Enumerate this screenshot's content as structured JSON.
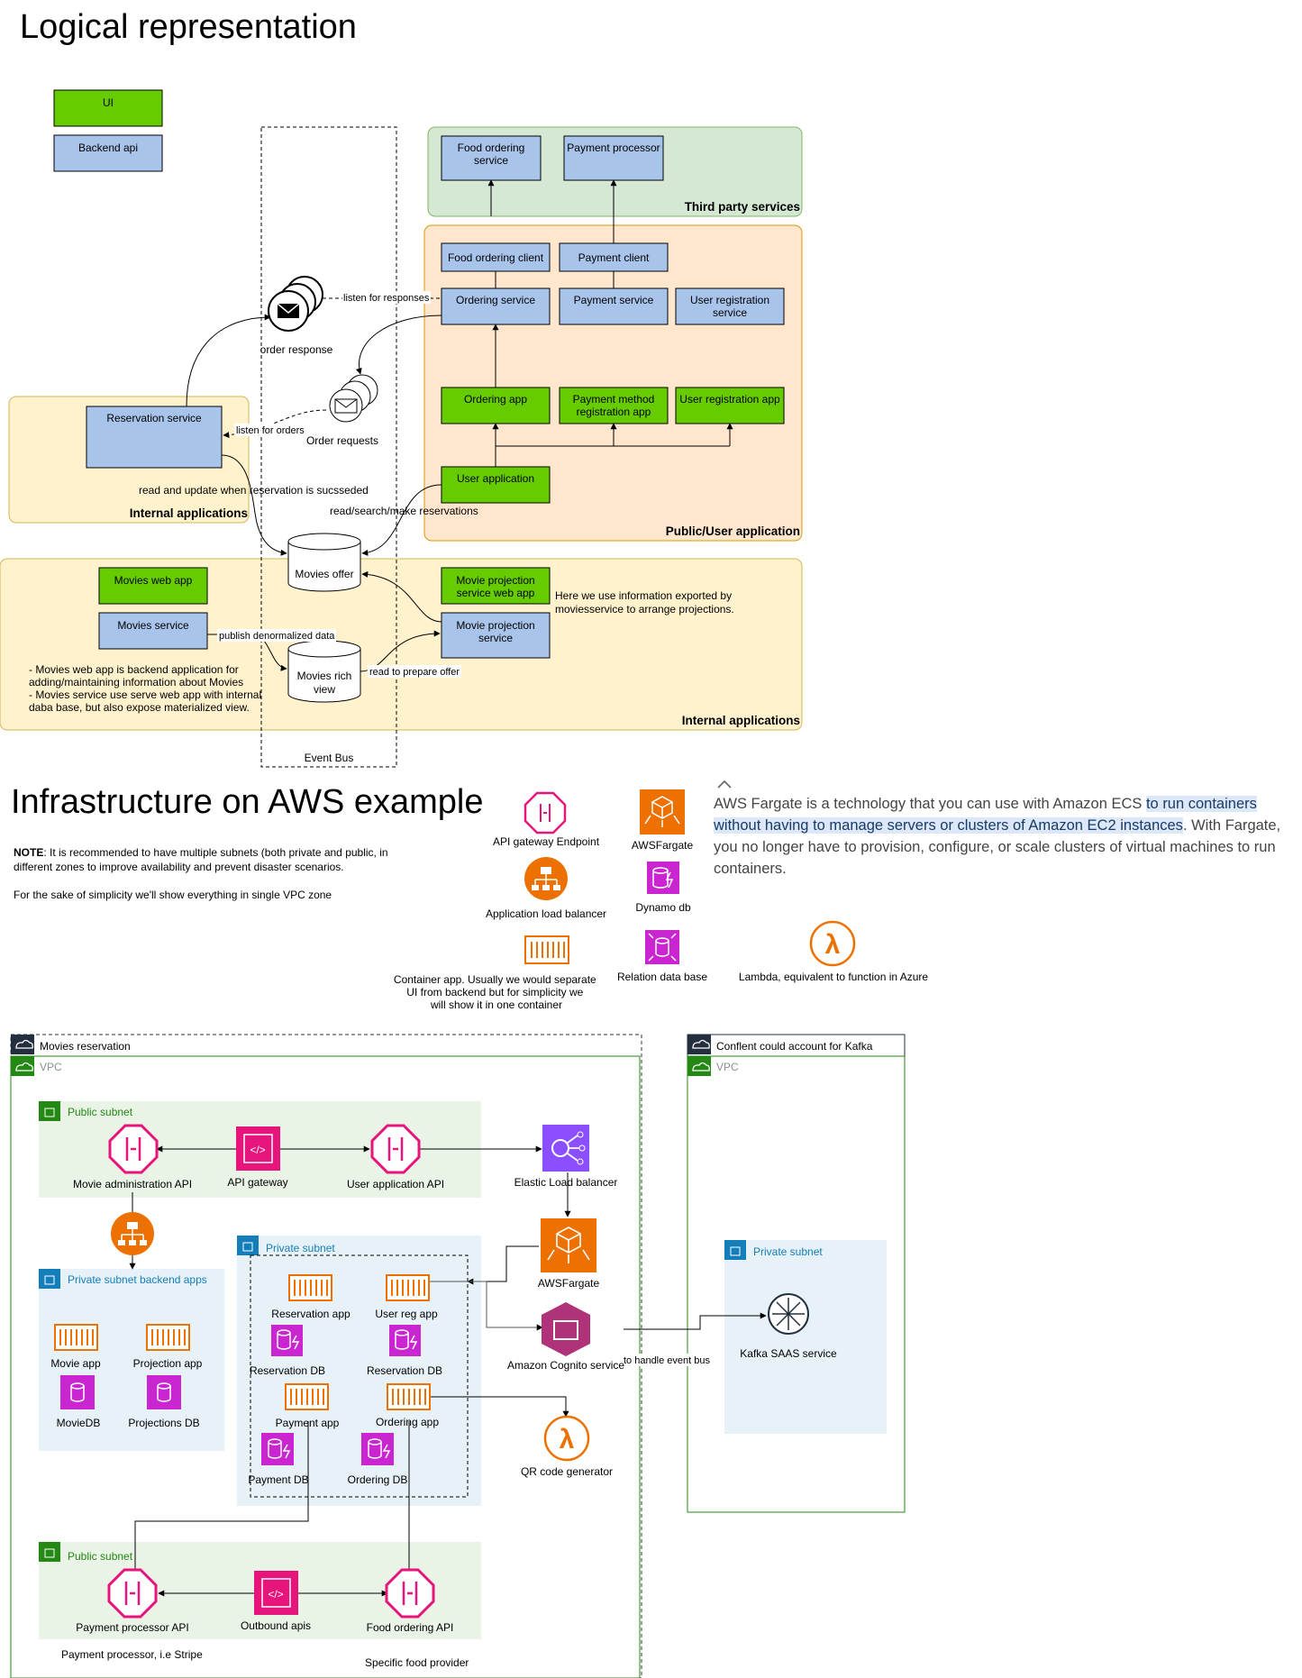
{
  "section_logical": {
    "title": "Logical representation",
    "legend": {
      "ui": "UI",
      "backend": "Backend api"
    },
    "event_bus": "Event Bus",
    "groups": {
      "third_party": "Third party services",
      "public_user": "Public/User application",
      "internal_1": "Internal applications",
      "internal_2": "Internal applications"
    },
    "nodes": {
      "food_ordering_service": [
        "Food ordering",
        "service"
      ],
      "payment_processor": [
        "Payment processor"
      ],
      "food_ordering_client": [
        "Food ordering client"
      ],
      "payment_client": [
        "Payment client"
      ],
      "ordering_service": [
        "Ordering service"
      ],
      "payment_service": [
        "Payment service"
      ],
      "user_registration_service": [
        "User registration",
        "service"
      ],
      "ordering_app": [
        "Ordering app"
      ],
      "payment_method_app": [
        "Payment method",
        "registration app"
      ],
      "user_registration_app": [
        "User registration app"
      ],
      "user_application": [
        "User application"
      ],
      "reservation_service": [
        "Reservation service"
      ],
      "movies_web_app": [
        "Movies web app"
      ],
      "movies_service": [
        "Movies service"
      ],
      "movie_projection_web_app": [
        "Movie projection",
        "service web app"
      ],
      "movie_projection_service": [
        "Movie projection",
        "service"
      ],
      "movies_offer": [
        "Movies offer"
      ],
      "movies_rich_view": [
        "Movies rich",
        "view"
      ]
    },
    "topics": {
      "order_response": "order response",
      "order_requests": "Order requests"
    },
    "edge_labels": {
      "listen_responses": "listen for responses",
      "listen_orders": "listen for orders",
      "read_update": "read and update when reservation is sucsseded",
      "read_search": "read/search/make reservations",
      "publish": "publish denormalized data",
      "read_prepare": "read to prepare offer"
    },
    "notes": {
      "projection_note": [
        "Here we use information exported by",
        "moviesservice to arrange projections."
      ],
      "movies_note": [
        "- Movies web app is backend application for",
        "adding/maintaining information about Movies",
        "- Movies service use serve web app with internal",
        "daba base, but also expose materialized view."
      ]
    }
  },
  "section_aws": {
    "title": "Infrastructure on AWS example",
    "note_label": "NOTE",
    "note_lines": [
      ": It is recommended to have multiple subnets (both private and public, in",
      "different zones to improve availability and prevent disaster scenarios."
    ],
    "note_simple": "For the sake of simplicity we'll show everything in single VPC zone",
    "legend": {
      "api_gateway_endpoint": "API gateway Endpoint",
      "aws_fargate": "AWSFargate",
      "alb": "Application load balancer",
      "dynamo": "Dynamo db",
      "container": [
        "Container app. Usually we would separate",
        "UI from backend but for simplicity we",
        "will show it in one container"
      ],
      "rds": "Relation data base",
      "lambda": "Lambda, equivalent to function in Azure"
    },
    "fargate_desc": {
      "pre": "AWS Fargate is a technology that you can use with Amazon ECS ",
      "highlight": "to run containers without having to manage servers or clusters of Amazon EC2 instances",
      "post": ". With Fargate, you no longer have to provision, configure, or scale clusters of virtual machines to run containers."
    },
    "diagram": {
      "cloud_main": "Movies reservation",
      "cloud_confluent": "Conflent could account for Kafka",
      "vpc": "VPC",
      "public_subnet": "Public subnet",
      "private_subnet": "Private subnet",
      "private_backend": "Private subnet backend apps",
      "nodes": {
        "movie_admin_api": "Movie administration API",
        "api_gateway": "API gateway",
        "user_app_api": "User application API",
        "elb": "Elastic Load balancer",
        "fargate": "AWSFargate",
        "cognito": "Amazon Cognito service",
        "qr": "QR code generator",
        "kafka": "Kafka SAAS service",
        "movie_app": "Movie app",
        "projection_app": "Projection app",
        "movie_db": "MovieDB",
        "projections_db": "Projections DB",
        "reservation_app": "Reservation app",
        "user_reg_app": "User reg app",
        "reservation_db_1": "Reservation DB",
        "reservation_db_2": "Reservation DB",
        "payment_app": "Payment app",
        "ordering_app": "Ordering app",
        "payment_db": "Payment DB",
        "ordering_db": "Ordering DB",
        "payment_processor_api": "Payment processor API",
        "outbound_apis": "Outbound apis",
        "food_ordering_api": "Food ordering API"
      },
      "edge_label_event_bus": "to handle event bus",
      "caption_payment": "Payment processor, i.e Stripe",
      "caption_food": "Specific food provider"
    }
  }
}
